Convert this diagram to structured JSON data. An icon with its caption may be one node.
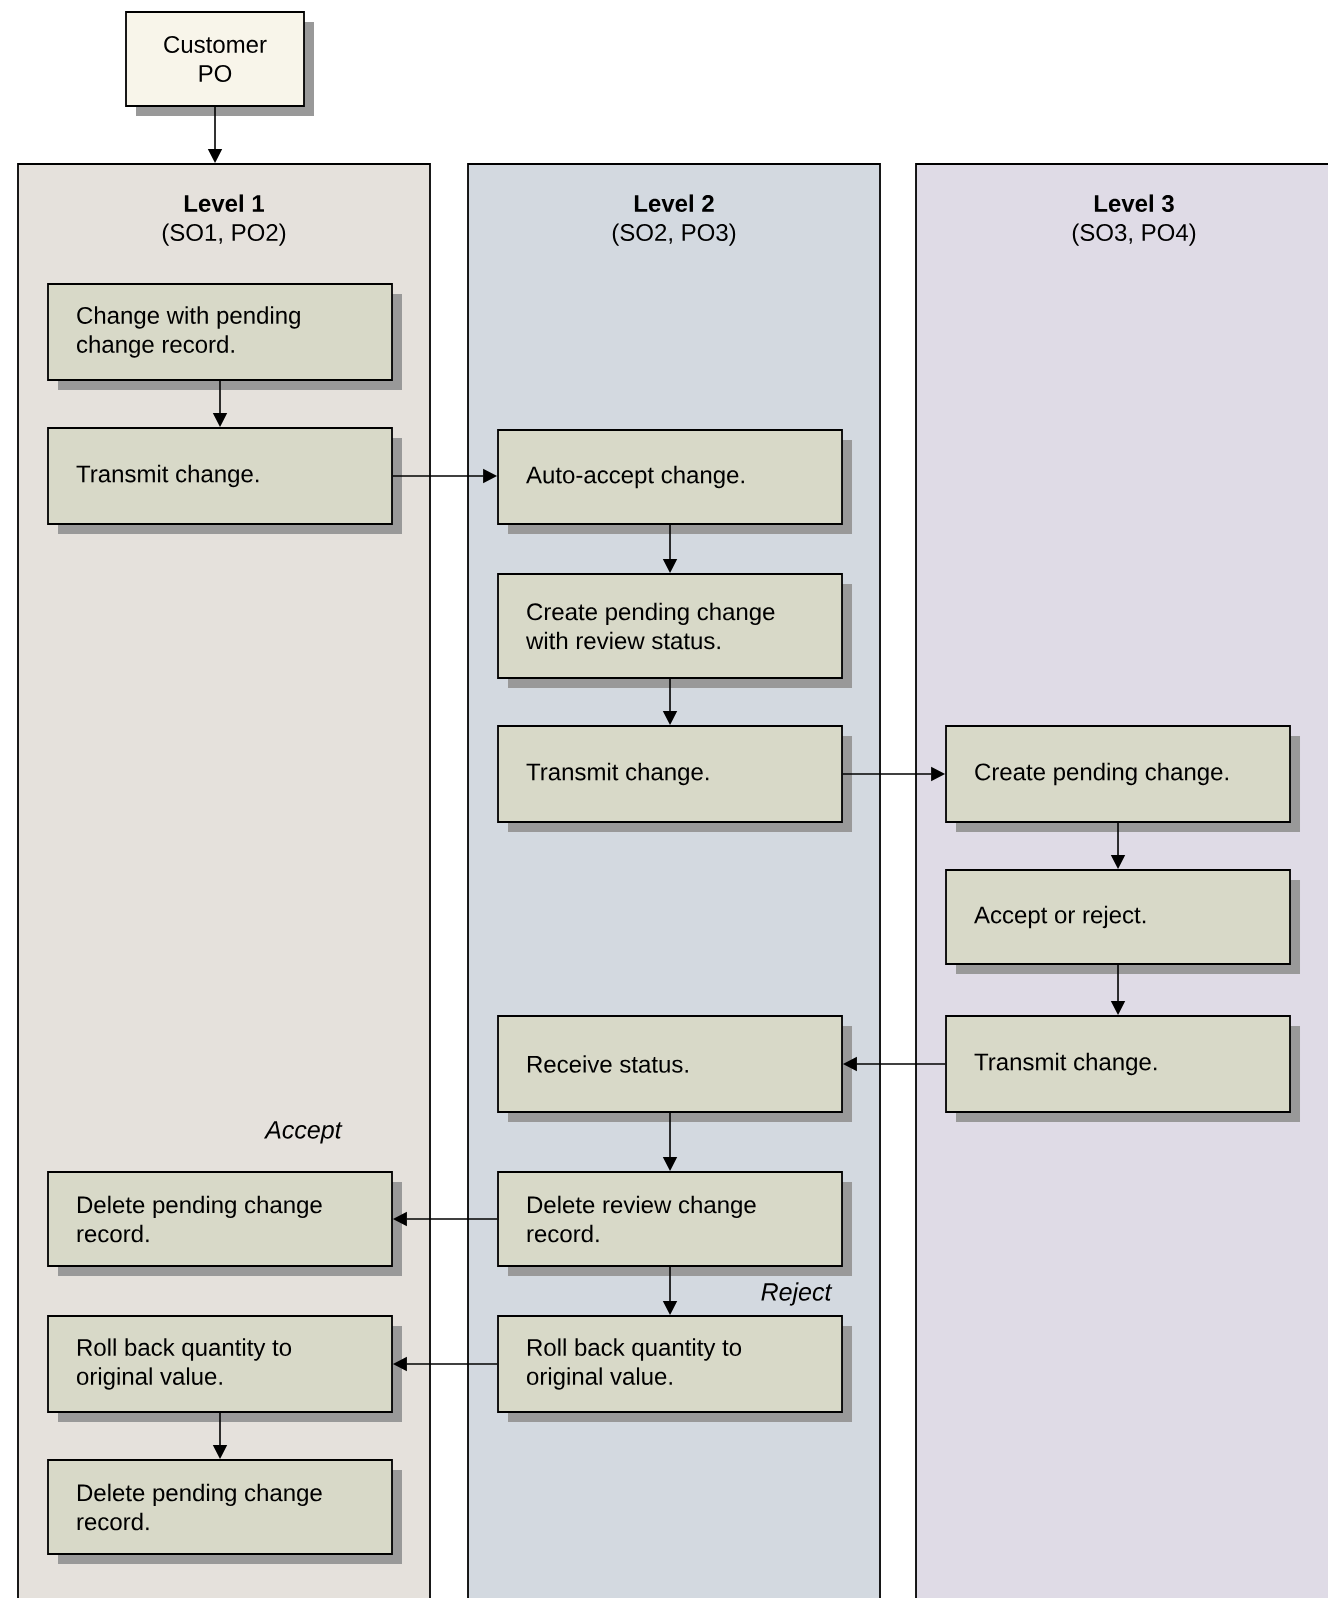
{
  "diagram": {
    "nodes": [
      {
        "text": [
          "Customer PO"
        ]
      },
      {
        "text": [
          "Level 1",
          "(SO1, PO2)"
        ]
      },
      {
        "text": [
          "Change with pending change record."
        ],
        "in": 1
      },
      {
        "text": [
          "Transmit change."
        ],
        "in": 1
      },
      {
        "text": [
          "Level 2",
          "(SO2, PO3)"
        ]
      },
      {
        "text": [
          "Auto-accept change."
        ],
        "in": 4
      },
      {
        "text": [
          "Create pending change with review status."
        ],
        "in": 4
      },
      {
        "text": [
          "Transmit change."
        ],
        "in": 4
      },
      {
        "text": [
          "Receive status."
        ],
        "in": 4
      },
      {
        "text": [
          "Delete review change record."
        ],
        "in": 4
      },
      {
        "text": [
          "Roll back quantity to original value."
        ],
        "in": 4
      },
      {
        "text": [
          "Level 3",
          "(SO3, PO4)"
        ]
      },
      {
        "text": [
          "Create pending change."
        ],
        "in": 11
      },
      {
        "text": [
          "Accept or reject."
        ],
        "in": 11
      },
      {
        "text": [
          "Transmit change."
        ],
        "in": 11
      },
      {
        "text": [
          "Delete pending change record."
        ],
        "in": 1
      },
      {
        "text": [
          "Roll back quantity to original value."
        ],
        "in": 1
      },
      {
        "text": [
          "Delete pending change record."
        ],
        "in": 1
      }
    ],
    "edges": [
      {
        "from": 0,
        "to": 1,
        "arrow": "to"
      },
      {
        "from": 2,
        "to": 3,
        "arrow": "to"
      },
      {
        "from": 3,
        "to": 5,
        "arrow": "to"
      },
      {
        "from": 5,
        "to": 6,
        "arrow": "to"
      },
      {
        "from": 6,
        "to": 7,
        "arrow": "to"
      },
      {
        "from": 7,
        "to": 12,
        "arrow": "to"
      },
      {
        "from": 12,
        "to": 13,
        "arrow": "to"
      },
      {
        "from": 13,
        "to": 14,
        "arrow": "to"
      },
      {
        "from": 14,
        "to": 8,
        "arrow": "to"
      },
      {
        "from": 8,
        "to": 9,
        "arrow": "to"
      },
      {
        "from": 9,
        "to": 15,
        "arrow": "to",
        "label": "Accept"
      },
      {
        "from": 9,
        "to": 10,
        "arrow": "to",
        "label": "Reject"
      },
      {
        "from": 10,
        "to": 16,
        "arrow": "to"
      },
      {
        "from": 16,
        "to": 17,
        "arrow": "to"
      }
    ]
  }
}
